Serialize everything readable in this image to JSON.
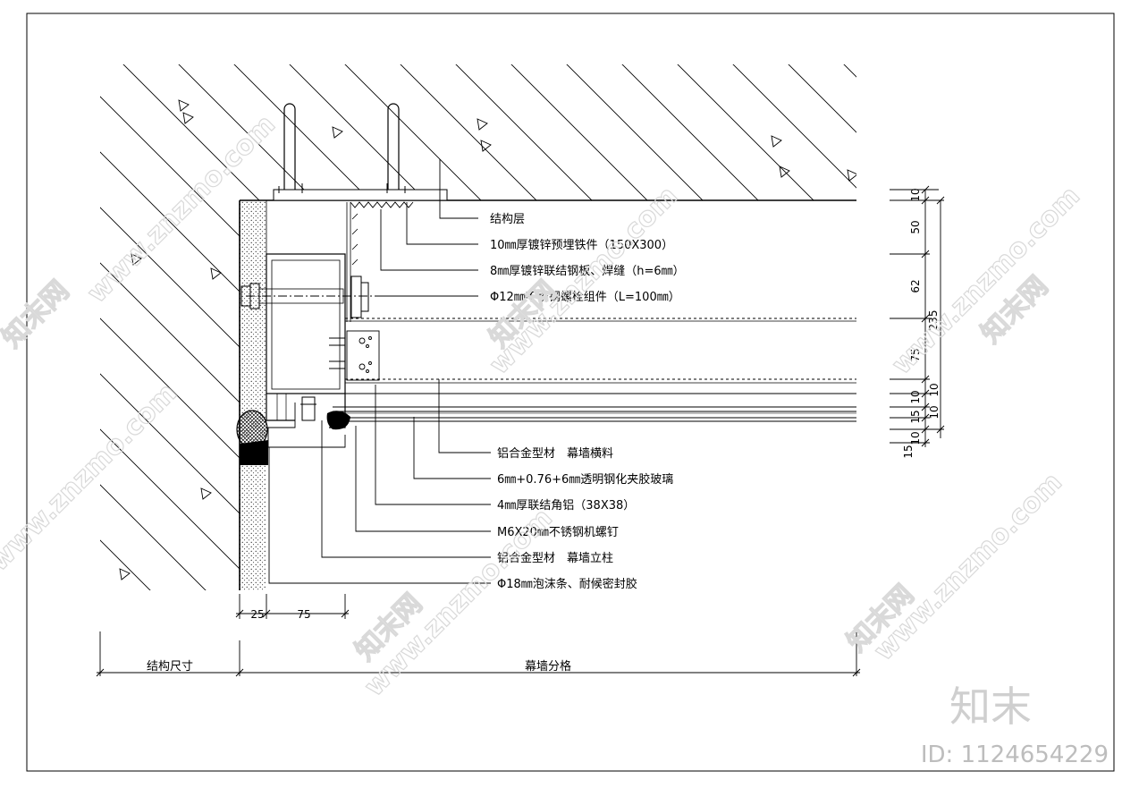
{
  "labels": {
    "structure_layer": "结构层",
    "embedded_plate": "10㎜厚镀锌预埋铁件（150X300）",
    "connecting_plate": "8㎜厚镀锌联结钢板、焊缝（h=6㎜）",
    "bolt": "Φ12㎜不锈钢螺栓组件（L=100㎜）",
    "transom": "铝合金型材　幕墙横料",
    "glass": "6㎜+0.76+6㎜透明钢化夹胶玻璃",
    "angle_aluminum": "4㎜厚联结角铝（38X38）",
    "screw": "M6X20㎜不锈钢机螺钉",
    "mullion": "铝合金型材　幕墙立柱",
    "sealant": "Φ18㎜泡沫条、耐候密封胶"
  },
  "dimensions": {
    "bottom": [
      "25",
      "75"
    ],
    "right": [
      "10",
      "50",
      "62",
      "75",
      "10",
      "10",
      "10",
      "15",
      "10",
      "15"
    ],
    "right_total": "235"
  },
  "footer": {
    "structure_size": "结构尺寸",
    "curtain_grid": "幕墙分格"
  },
  "watermark": {
    "site": "www.znzmo.com",
    "brand_cn": "知末网",
    "logo_text": "知末",
    "id_text": "ID: 1124654229"
  }
}
